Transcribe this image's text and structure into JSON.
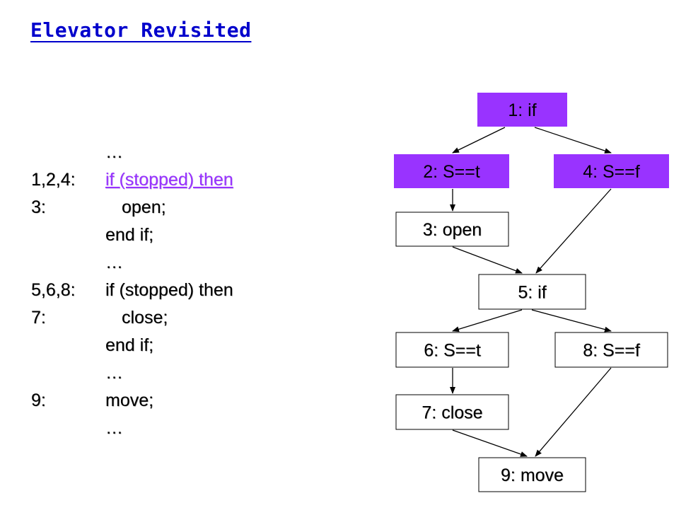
{
  "title": "Elevator Revisited",
  "code": [
    {
      "label": "",
      "text": "…",
      "highlight": false,
      "indent": false
    },
    {
      "label": "1,2,4:",
      "text": "if (stopped) then",
      "highlight": true,
      "indent": false
    },
    {
      "label": "3:",
      "text": "open;",
      "highlight": false,
      "indent": true
    },
    {
      "label": "",
      "text": "end if;",
      "highlight": false,
      "indent": false
    },
    {
      "label": "",
      "text": "…",
      "highlight": false,
      "indent": false
    },
    {
      "label": "5,6,8:",
      "text": "if (stopped) then",
      "highlight": false,
      "indent": false
    },
    {
      "label": "7:",
      "text": "close;",
      "highlight": false,
      "indent": true
    },
    {
      "label": "",
      "text": "end if;",
      "highlight": false,
      "indent": false
    },
    {
      "label": "",
      "text": "…",
      "highlight": false,
      "indent": false
    },
    {
      "label": "9:",
      "text": "move;",
      "highlight": false,
      "indent": false
    },
    {
      "label": "",
      "text": "…",
      "highlight": false,
      "indent": false
    }
  ],
  "graph": {
    "nodes": [
      {
        "id": "n1",
        "label": "1: if",
        "highlight": true
      },
      {
        "id": "n2",
        "label": "2: S==t",
        "highlight": true
      },
      {
        "id": "n4",
        "label": "4: S==f",
        "highlight": true
      },
      {
        "id": "n3",
        "label": "3: open",
        "highlight": false
      },
      {
        "id": "n5",
        "label": "5: if",
        "highlight": false
      },
      {
        "id": "n6",
        "label": "6: S==t",
        "highlight": false
      },
      {
        "id": "n8",
        "label": "8: S==f",
        "highlight": false
      },
      {
        "id": "n7",
        "label": "7: close",
        "highlight": false
      },
      {
        "id": "n9",
        "label": "9: move",
        "highlight": false
      }
    ],
    "edges": [
      {
        "from": "n1",
        "to": "n2"
      },
      {
        "from": "n1",
        "to": "n4"
      },
      {
        "from": "n2",
        "to": "n3"
      },
      {
        "from": "n3",
        "to": "n5"
      },
      {
        "from": "n4",
        "to": "n5"
      },
      {
        "from": "n5",
        "to": "n6"
      },
      {
        "from": "n5",
        "to": "n8"
      },
      {
        "from": "n6",
        "to": "n7"
      },
      {
        "from": "n7",
        "to": "n9"
      },
      {
        "from": "n8",
        "to": "n9"
      }
    ]
  },
  "colors": {
    "title": "#0000cc",
    "highlight_node": "#9933ff",
    "highlight_text": "#9933ff",
    "node_border": "#000000",
    "edge": "#000000"
  }
}
